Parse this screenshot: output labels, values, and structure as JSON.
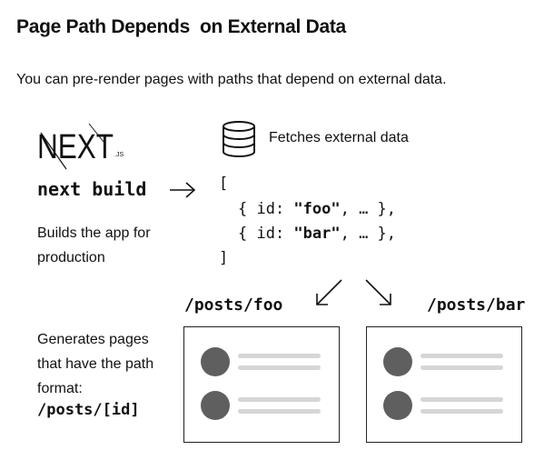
{
  "title": "Page Path Depends  on External Data",
  "subtitle": "You can pre-render pages with paths that depend on external data.",
  "logo": {
    "name": "next-js-logo",
    "text": "NEXT",
    "suffix": ".JS"
  },
  "build": {
    "command": "next build",
    "description": "Builds the app for production"
  },
  "fetch": {
    "icon": "database-icon",
    "label": "Fetches external data"
  },
  "code": {
    "open": "[",
    "close": "]",
    "rows": [
      {
        "prefix": "{ id: ",
        "id": "\"foo\"",
        "suffix": ", … },"
      },
      {
        "prefix": "{ id: ",
        "id": "\"bar\"",
        "suffix": ", … },"
      }
    ]
  },
  "paths": {
    "foo": "/posts/foo",
    "bar": "/posts/bar"
  },
  "generates": {
    "description": "Generates pages that have the path format:",
    "format": "/posts/[id]"
  },
  "colors": {
    "text": "#111111",
    "avatar": "#5f5f5f",
    "line": "#d6d6d6",
    "border": "#222222"
  }
}
